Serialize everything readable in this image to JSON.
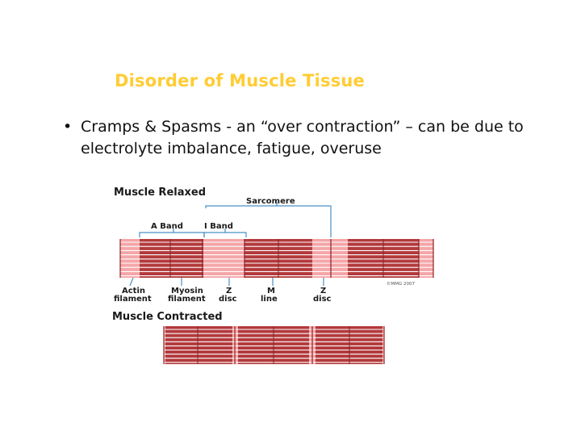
{
  "slide": {
    "title": "Disorder of Muscle Tissue",
    "bullet_marker": "•",
    "bullet_text": "Cramps & Spasms - an “over contraction” – can be due to electrolyte imbalance, fatigue, overuse"
  },
  "figure": {
    "label_relaxed": "Muscle Relaxed",
    "label_sarcomere": "Sarcomere",
    "label_a_band": "A Band",
    "label_i_band": "I Band",
    "label_actin_1": "Actin",
    "label_actin_2": "filament",
    "label_myosin_1": "Myosin",
    "label_myosin_2": "filament",
    "label_z1_1": "Z",
    "label_z1_2": "disc",
    "label_m_1": "M",
    "label_m_2": "line",
    "label_z2_1": "Z",
    "label_z2_2": "disc",
    "label_copyright": "©MMG 2007",
    "label_contracted": "Muscle Contracted",
    "colors": {
      "title": "#ffcc33",
      "band_dark": "#b33a3c",
      "band_light": "#f4a6a8",
      "line": "#4a90c8"
    }
  }
}
